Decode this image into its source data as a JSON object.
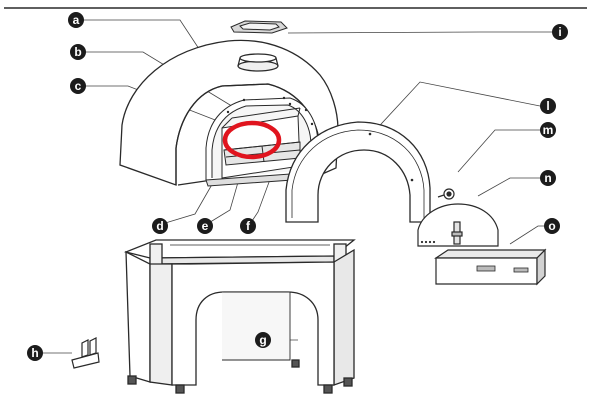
{
  "callouts": [
    {
      "id": "a",
      "label": "a"
    },
    {
      "id": "b",
      "label": "b"
    },
    {
      "id": "c",
      "label": "c"
    },
    {
      "id": "d",
      "label": "d"
    },
    {
      "id": "e",
      "label": "e"
    },
    {
      "id": "f",
      "label": "f"
    },
    {
      "id": "g",
      "label": "g"
    },
    {
      "id": "h",
      "label": "h"
    },
    {
      "id": "i",
      "label": "i"
    },
    {
      "id": "l",
      "label": "l"
    },
    {
      "id": "m",
      "label": "m"
    },
    {
      "id": "n",
      "label": "n"
    },
    {
      "id": "o",
      "label": "o"
    }
  ],
  "colors": {
    "line": "#2a2a2a",
    "badge": "#1c1c1c",
    "highlight": "#e0141e",
    "shade": "#cfcfcf"
  }
}
